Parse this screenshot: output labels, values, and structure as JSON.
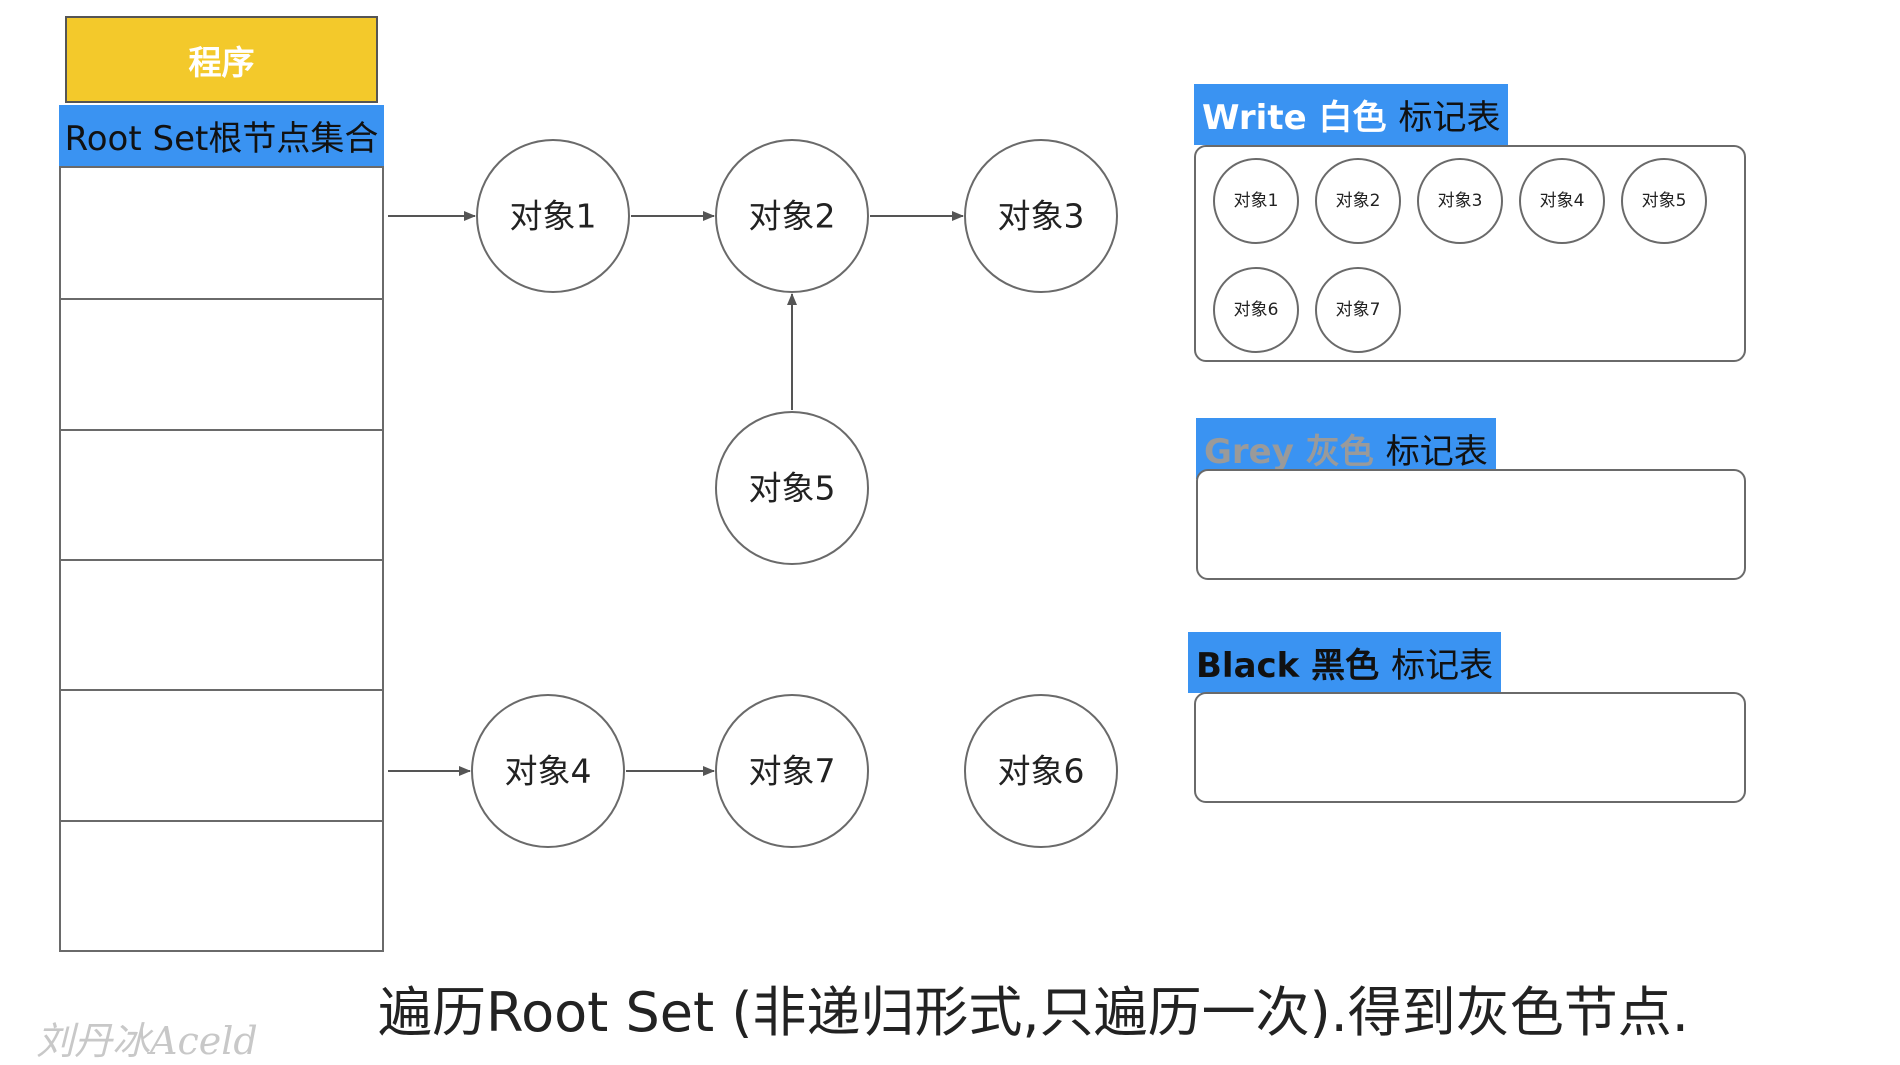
{
  "program": {
    "label": "程序"
  },
  "root_set": {
    "label": "Root Set根节点集合",
    "slot_count": 6
  },
  "nodes": [
    {
      "id": "n1",
      "label": "对象1"
    },
    {
      "id": "n2",
      "label": "对象2"
    },
    {
      "id": "n3",
      "label": "对象3"
    },
    {
      "id": "n5",
      "label": "对象5"
    },
    {
      "id": "n4",
      "label": "对象4"
    },
    {
      "id": "n7",
      "label": "对象7"
    },
    {
      "id": "n6",
      "label": "对象6"
    }
  ],
  "edges": [
    {
      "from": "root-slot-1",
      "to": "n1"
    },
    {
      "from": "n1",
      "to": "n2"
    },
    {
      "from": "n2",
      "to": "n3"
    },
    {
      "from": "n5",
      "to": "n2"
    },
    {
      "from": "root-slot-5",
      "to": "n4"
    },
    {
      "from": "n4",
      "to": "n7"
    }
  ],
  "tables": {
    "white": {
      "title_colored": "Write 白色",
      "title_suffix": "标记表",
      "title_color": "#ffffff",
      "items": [
        "对象1",
        "对象2",
        "对象3",
        "对象4",
        "对象5",
        "对象6",
        "对象7"
      ]
    },
    "grey": {
      "title_colored": "Grey 灰色",
      "title_suffix": "标记表",
      "title_color": "#9a9a9a",
      "items": []
    },
    "black": {
      "title_colored": "Black 黑色",
      "title_suffix": "标记表",
      "title_color": "#111111",
      "items": []
    }
  },
  "caption": "遍历Root Set (非递归形式,只遍历一次).得到灰色节点.",
  "watermark": "刘丹冰Aceld",
  "colors": {
    "program_fill": "#f3c92b",
    "header_fill": "#3a93f2",
    "stroke": "#6a6a6a",
    "arrow": "#555555"
  }
}
